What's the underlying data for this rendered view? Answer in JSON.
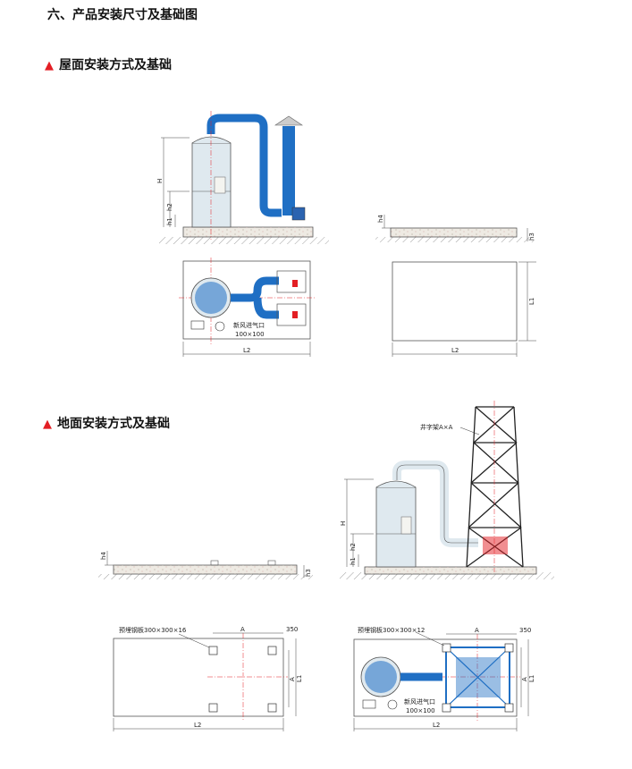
{
  "page": {
    "heading": "六、产品安装尺寸及基础图"
  },
  "roof_section": {
    "title": "屋面安装方式及基础",
    "dims": {
      "H": "H",
      "h1": "h1",
      "h2": "h2",
      "h3": "h3",
      "h4": "h4",
      "L1": "L1",
      "L2_plan": "L2",
      "L2_base": "L2"
    },
    "fresh_air_label": "新风进气口",
    "fresh_air_size": "100×100"
  },
  "ground_section": {
    "title": "地面安装方式及基础",
    "tower_label": "井字架A×A",
    "dims": {
      "H": "H",
      "h1": "h1",
      "h2": "h2",
      "h3": "h3",
      "h4": "h4",
      "A_left": "A",
      "A_right": "A",
      "A_vert_left": "A",
      "A_vert_right": "A",
      "L1_left": "L1",
      "L1_right": "L1",
      "L2_left": "L2",
      "L2_right": "L2",
      "w350_left": "350",
      "w350_right": "350"
    },
    "plate_label_left": "预埋钢板300×300×16",
    "plate_label_right": "预埋钢板300×300×12",
    "fresh_air_label": "新风进气口",
    "fresh_air_size": "100×100"
  },
  "colors": {
    "duct_blue": "#1f6fc4",
    "accent_red": "#e31e24",
    "tank_fill": "#dfe9ef"
  }
}
